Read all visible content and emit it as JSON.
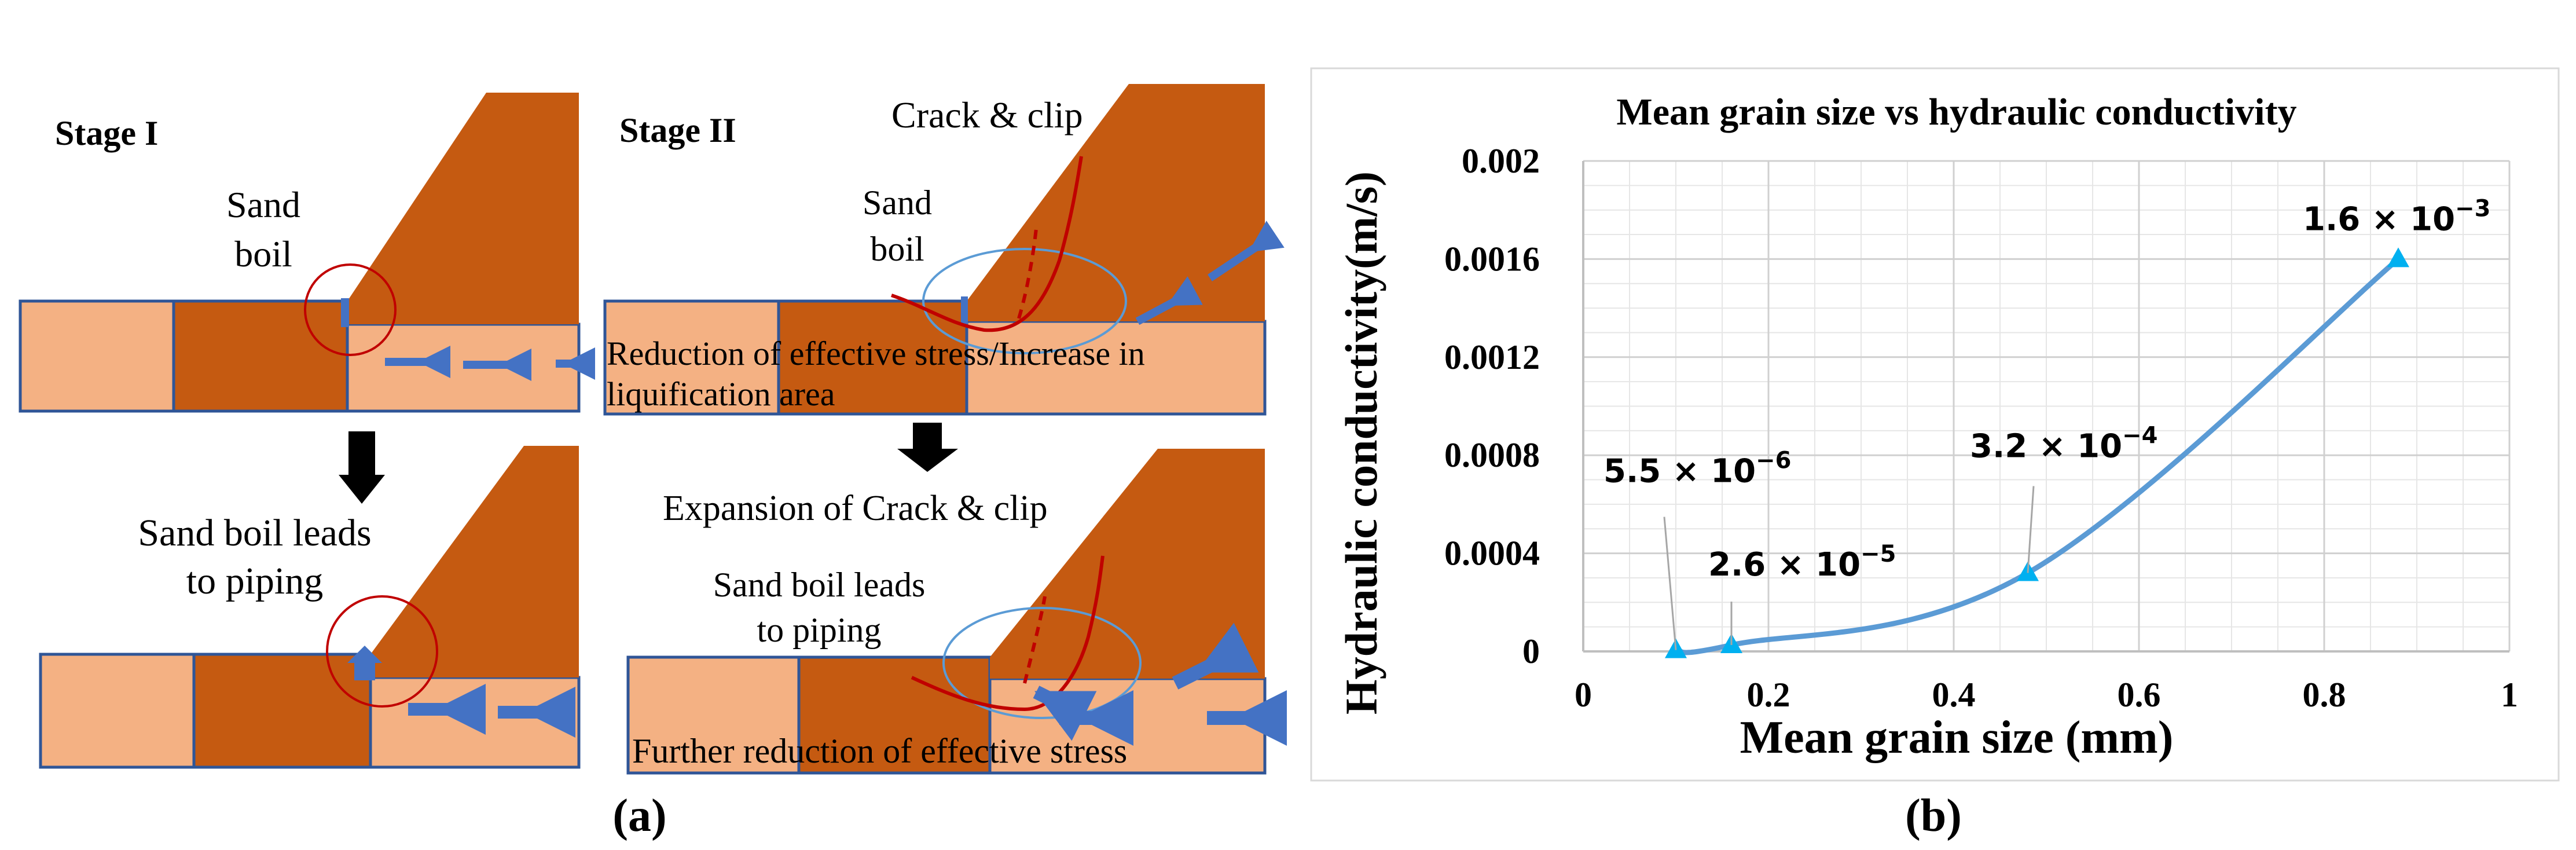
{
  "colors": {
    "soil": "#C55A11",
    "sand": "#F4B183",
    "outline": "#2F5597",
    "arrow": "#4472C4",
    "circle": "#C00000",
    "crack": "#C00000",
    "ellipse": "#5B9BD5",
    "curve": "#5B9BD5",
    "marker": "#00B0F0",
    "grid": "#E6E6E6"
  },
  "panel_a": {
    "label": "(a)",
    "stage1": {
      "title": "Stage I",
      "sand_boil_1": "Sand",
      "sand_boil_2": "boil"
    },
    "stage1_b": {
      "leads_1": "Sand boil leads",
      "leads_2": "to piping"
    },
    "stage2": {
      "title": "Stage II",
      "crack": "Crack & clip",
      "sand_boil_1": "Sand",
      "sand_boil_2": "boil",
      "reduction_1": "Reduction of effective stress/Increase in",
      "reduction_2": "liquification area"
    },
    "stage2_b": {
      "expansion": "Expansion of Crack & clip",
      "leads_1": "Sand boil leads",
      "leads_2": "to piping",
      "further": "Further reduction of effective stress"
    }
  },
  "panel_b": {
    "label": "(b)"
  },
  "chart_data": {
    "type": "line",
    "title": "Mean grain size vs hydraulic conductivity",
    "xlabel": "Mean grain size (mm)",
    "ylabel": "Hydraulic conductivity(m/s)",
    "xlim": [
      0,
      1
    ],
    "ylim": [
      0,
      0.002
    ],
    "x_ticks": [
      "0",
      "0.2",
      "0.4",
      "0.6",
      "0.8",
      "1"
    ],
    "y_ticks": [
      "0",
      "0.0004",
      "0.0008",
      "0.0012",
      "0.0016",
      "0.002"
    ],
    "grid": true,
    "series": [
      {
        "x": [
          0.1,
          0.16,
          0.48,
          0.88
        ],
        "y": [
          5.5e-06,
          2.6e-05,
          0.00032,
          0.0016
        ]
      }
    ],
    "annotations": [
      {
        "mant": "5.5",
        "exp": "-6",
        "x": 0.1,
        "y": 5.5e-06
      },
      {
        "mant": "2.6",
        "exp": "-5",
        "x": 0.16,
        "y": 2.6e-05
      },
      {
        "mant": "3.2",
        "exp": "-4",
        "x": 0.48,
        "y": 0.00032
      },
      {
        "mant": "1.6",
        "exp": "-3",
        "x": 0.88,
        "y": 0.0016
      }
    ]
  }
}
